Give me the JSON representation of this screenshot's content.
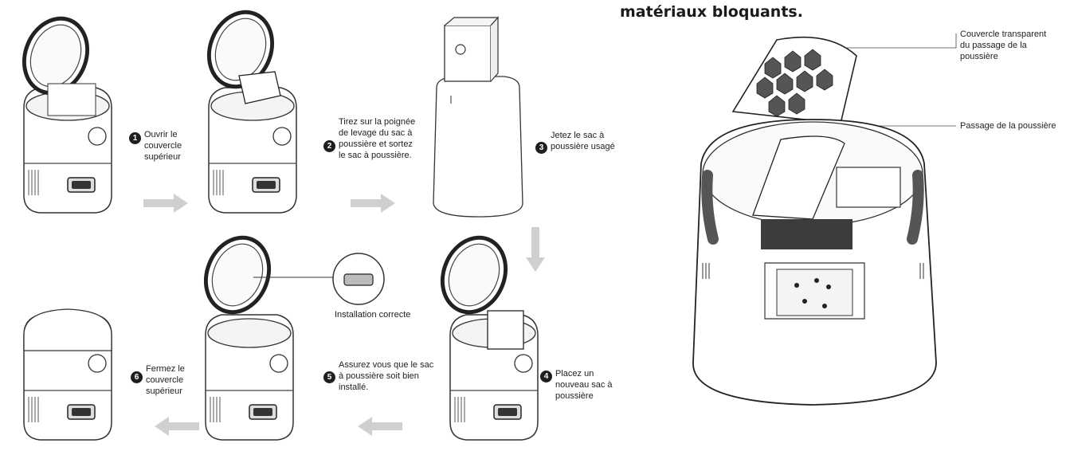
{
  "heading_fragment": "matériaux bloquants.",
  "steps": [
    {
      "number": "1",
      "text": [
        "Ouvrir le",
        "couvercle",
        "supérieur"
      ]
    },
    {
      "number": "2",
      "text": [
        "Tirez sur la poignée",
        "de levage du sac à",
        "poussière et sortez",
        "le sac à poussière."
      ]
    },
    {
      "number": "3",
      "text": [
        "Jetez le sac à",
        "poussière usagé"
      ]
    },
    {
      "number": "4",
      "text": [
        "Placez un",
        "nouveau sac à",
        "poussière"
      ]
    },
    {
      "number": "5",
      "text": [
        "Assurez vous que le sac",
        "à poussière soit bien",
        "installé."
      ]
    },
    {
      "number": "6",
      "text": [
        "Fermez le",
        "couvercle",
        "supérieur"
      ]
    }
  ],
  "installation_label": "Installation correcte",
  "callouts": {
    "transparent_cover": [
      "Couvercle transparent",
      "du passage de la",
      "poussière"
    ],
    "dust_passage": "Passage de la poussière"
  }
}
